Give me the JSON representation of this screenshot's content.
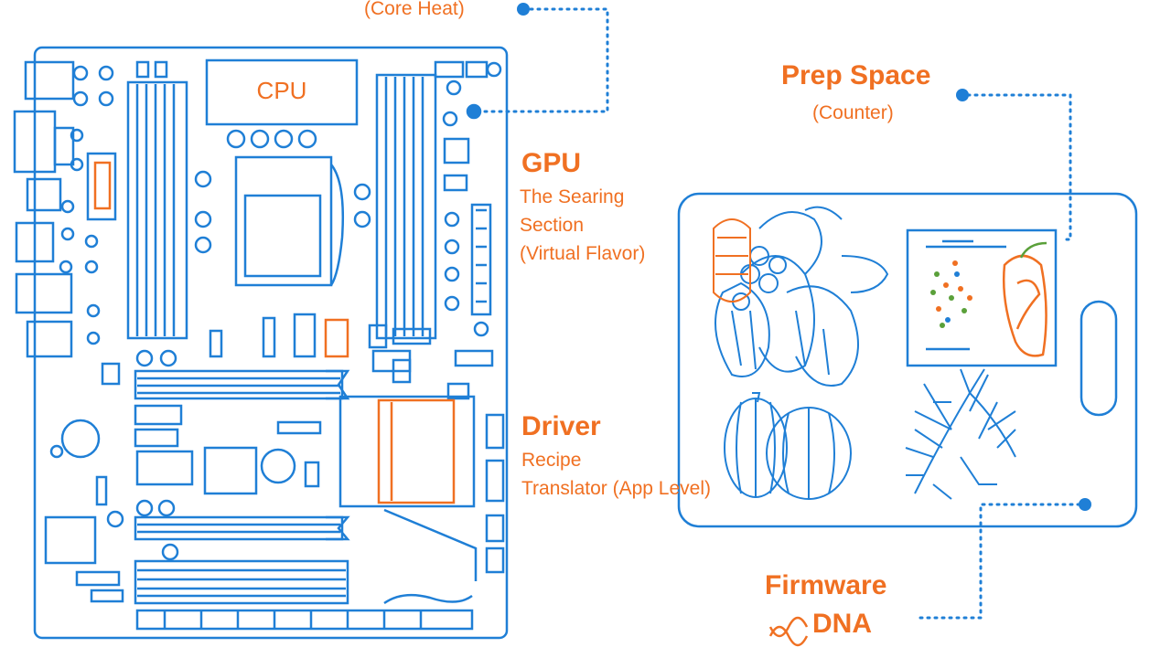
{
  "colors": {
    "blue": "#1f7fd6",
    "orange": "#f07022",
    "green": "#5aa03a"
  },
  "labels": {
    "core_heat": "(Core Heat)",
    "cpu_chip": "CPU",
    "gpu_title": "GPU",
    "gpu_lines": [
      "The Searing",
      "Section",
      "(Virtual Flavor)"
    ],
    "driver_title": "Driver",
    "driver_lines": [
      "Recipe",
      "Translator (App Level)"
    ],
    "prep_title": "Prep Space",
    "prep_sub": "(Counter)",
    "firmware_title": "Firmware",
    "firmware_sub": "DNA"
  },
  "icons": {
    "motherboard": "motherboard-outline-icon",
    "cutting_board": "cutting-board-icon",
    "peppers": "bell-peppers-icon",
    "spices": "spice-board-icon",
    "chili": "chili-pepper-icon",
    "pumpkins": "pumpkins-icon",
    "herbs": "herb-bunch-icon",
    "helix": "dna-helix-icon"
  }
}
